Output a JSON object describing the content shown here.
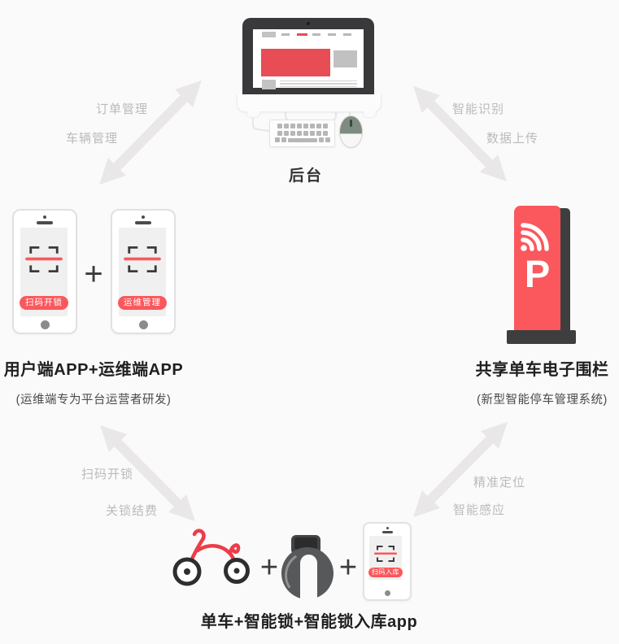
{
  "backend": {
    "label": "后台"
  },
  "flows": {
    "top_left": [
      "订单管理",
      "车辆管理"
    ],
    "top_right": [
      "智能识别",
      "数据上传"
    ],
    "bottom_left": [
      "扫码开锁",
      "关锁结费"
    ],
    "bottom_right": [
      "精准定位",
      "智能感应"
    ]
  },
  "apps": {
    "badge_user": "扫码开锁",
    "badge_ops": "运维管理",
    "plus": "+",
    "title": "用户端APP+运维端APP",
    "subtitle": "(运维端专为平台运营者研发)"
  },
  "fence": {
    "letter": "P",
    "title": "共享单车电子围栏",
    "subtitle": "(新型智能停车管理系统)"
  },
  "bike_kit": {
    "plus1": "+",
    "plus2": "+",
    "badge": "扫码入库",
    "title": "单车+智能锁+智能锁入库app"
  },
  "colors": {
    "background": "#fbfafa",
    "accent_red": "#fa585c",
    "hero_red": "#e84c55",
    "bike_red": "#ee3c47",
    "arrow_gray": "#e9e7e7",
    "flow_label_gray": "#bcb9b9",
    "dark_text": "#1f1f1f",
    "structure_dark": "#3e3e3e"
  }
}
